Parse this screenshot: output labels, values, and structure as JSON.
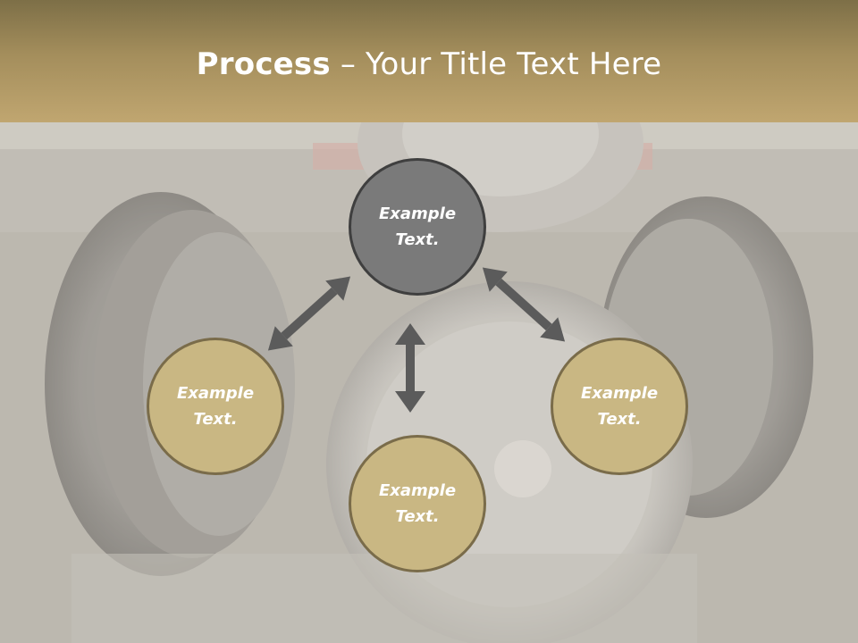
{
  "title": {
    "bold": "Process",
    "separator": " – ",
    "rest": "Your Title Text Here"
  },
  "nodes": {
    "center": "Example\nText.",
    "left": "Example\nText.",
    "bottom": "Example\nText.",
    "right": "Example\nText."
  },
  "colors": {
    "title_bar": "#b09a65",
    "center_fill": "#7a7a7a",
    "leaf_fill": "#c9b783",
    "arrow": "#5b5b5b"
  }
}
